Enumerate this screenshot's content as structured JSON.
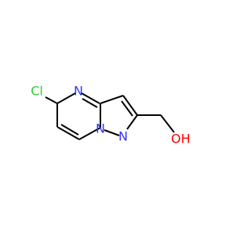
{
  "molecule": {
    "atoms": {
      "chlorine": {
        "label": "Cl",
        "color": "#33cc33"
      },
      "n_pyrimidine": {
        "label": "N",
        "color": "#3333ff"
      },
      "n_bridgehead": {
        "label": "N",
        "color": "#3333ff"
      },
      "n_pyrazole": {
        "label": "N",
        "color": "#3333ff"
      },
      "hydroxyl": {
        "label": "OH",
        "color": "#ff0000"
      }
    },
    "bond_color": "#000000"
  }
}
